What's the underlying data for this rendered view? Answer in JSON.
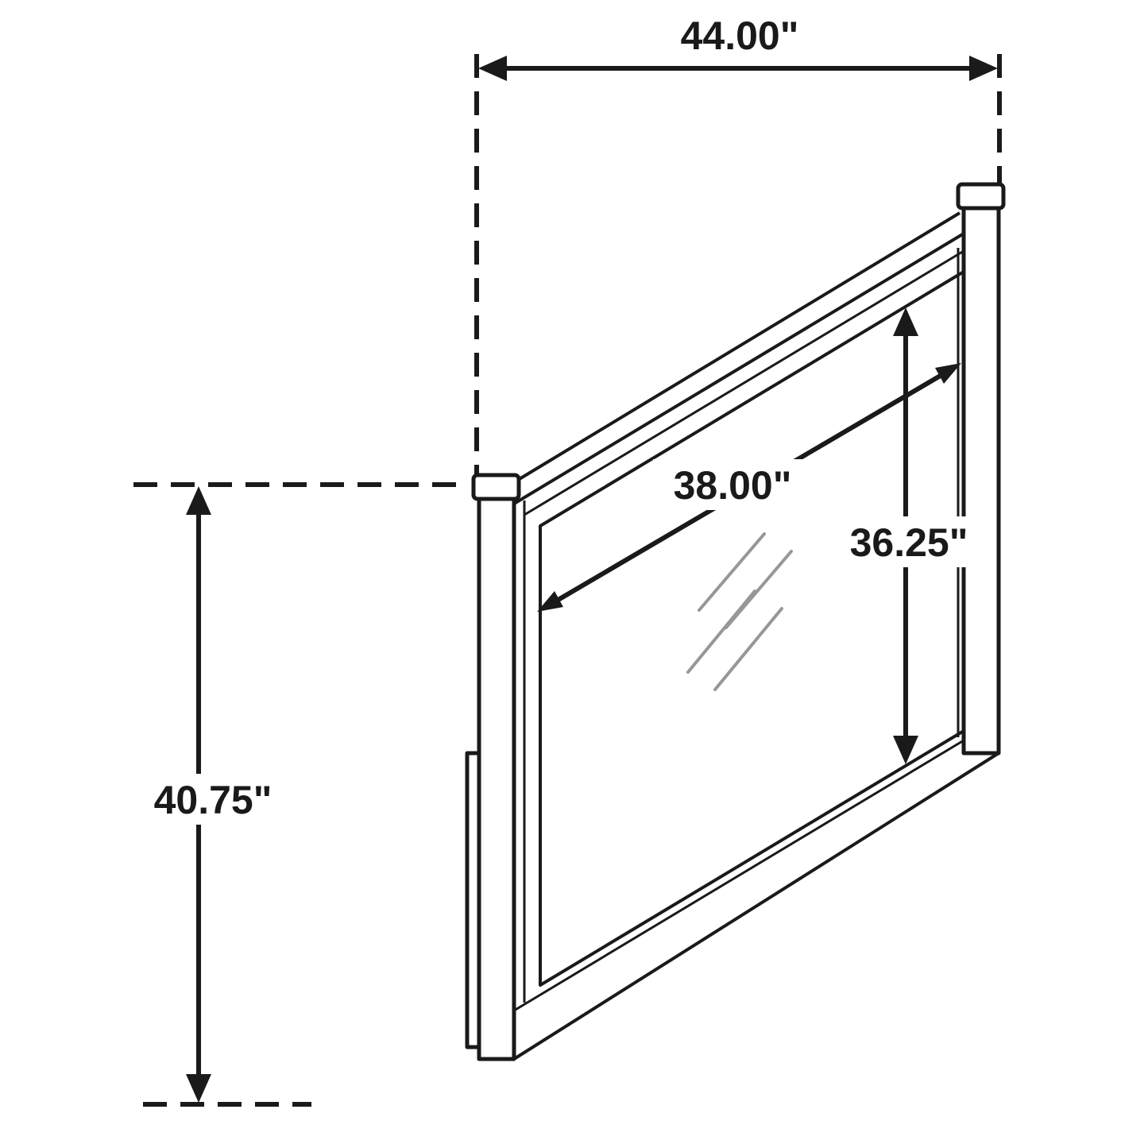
{
  "diagram": {
    "type": "furniture-dimension-diagram",
    "subject": "mirror with frame, perspective line drawing",
    "colors": {
      "background": "#ffffff",
      "line": "#1a1a1a",
      "shine": "#979797",
      "label": "#1a1a1a",
      "label_bg": "#ffffff"
    },
    "dimensions": {
      "overall_width": {
        "label": "44.00\"",
        "value": 44.0,
        "unit": "in"
      },
      "overall_height": {
        "label": "40.75\"",
        "value": 40.75,
        "unit": "in"
      },
      "mirror_width": {
        "label": "38.00\"",
        "value": 38.0,
        "unit": "in"
      },
      "mirror_height": {
        "label": "36.25\"",
        "value": 36.25,
        "unit": "in"
      }
    }
  }
}
